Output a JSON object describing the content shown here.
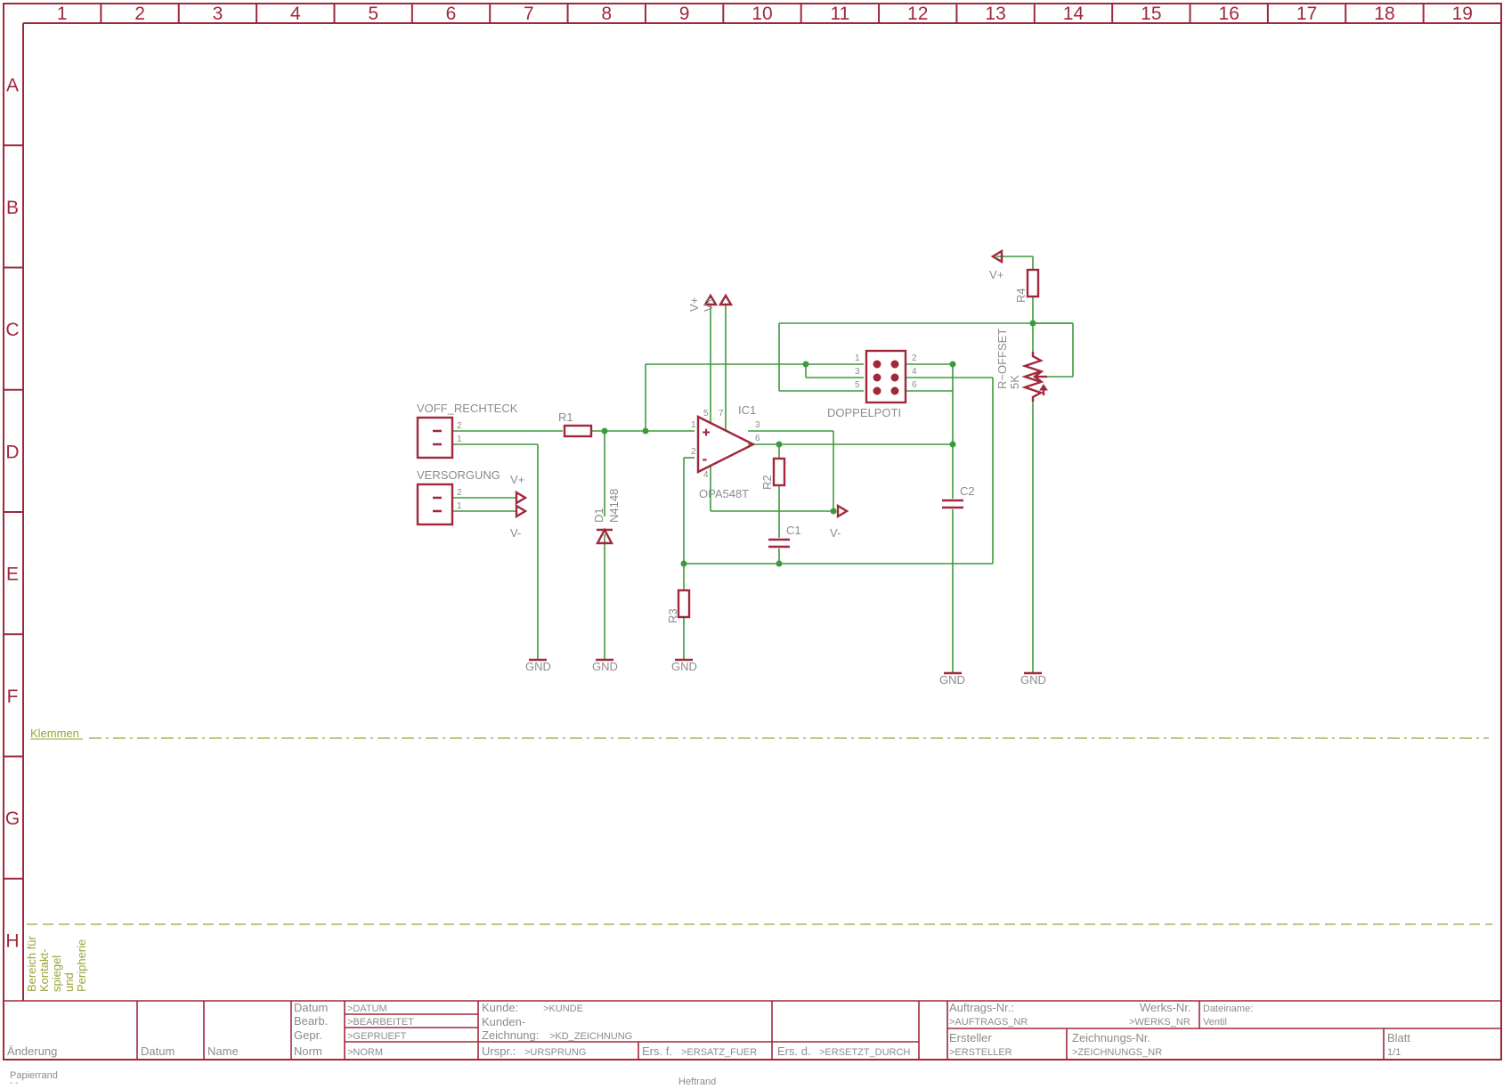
{
  "frame": {
    "columns": [
      "1",
      "2",
      "3",
      "4",
      "5",
      "6",
      "7",
      "8",
      "9",
      "10",
      "11",
      "12",
      "13",
      "14",
      "15",
      "16",
      "17",
      "18",
      "19"
    ],
    "rows": [
      "A",
      "B",
      "C",
      "D",
      "E",
      "F",
      "G",
      "H"
    ],
    "klemmen": "Klemmen",
    "side_note": [
      "Bereich für",
      "Kontakt-",
      "spiegel",
      "und",
      "Peripherie"
    ],
    "papierrand": "Papierrand",
    "heftrand": "Heftrand"
  },
  "schematic": {
    "connector_voff": {
      "name": "VOFF_RECHTECK",
      "pin2": "2",
      "pin1": "1"
    },
    "connector_vers": {
      "name": "VERSORGUNG",
      "pin2": "2",
      "pin1": "1",
      "vplus": "V+",
      "vminus": "V-"
    },
    "r1": "R1",
    "d1": {
      "name": "D1",
      "value": "N4148"
    },
    "ic1": {
      "name": "IC1",
      "value": "OPA548T",
      "pins": [
        "1",
        "2",
        "3",
        "4",
        "5",
        "6",
        "7"
      ],
      "plus": "+",
      "minus": "-"
    },
    "supply_labels": {
      "vplus_top": "V+",
      "vplus_top2": "V+",
      "vminus_ic": "V-",
      "vplus_r4": "V+"
    },
    "r2": "R2",
    "r3": "R3",
    "r4": "R4",
    "c1": "C1",
    "c2": "C2",
    "doppelpoti": {
      "name": "DOPPELPOTI",
      "pins": [
        "1",
        "2",
        "3",
        "4",
        "5",
        "6"
      ]
    },
    "poti": {
      "name": "R~OFFSET",
      "value": "5K"
    },
    "gnd": "GND"
  },
  "title_block": {
    "aenderung": "Änderung",
    "datum_col": "Datum",
    "name_col": "Name",
    "rows": [
      {
        "label": "Datum",
        "value": ">DATUM"
      },
      {
        "label": "Bearb.",
        "value": ">BEARBEITET"
      },
      {
        "label": "Gepr.",
        "value": ">GEPRUEFT"
      },
      {
        "label": "Norm",
        "value": ">NORM"
      }
    ],
    "kunde_label": "Kunde:",
    "kunde_value": ">KUNDE",
    "kunden_label": "Kunden-",
    "zeichnung_label": "Zeichnung:",
    "zeichnung_value": ">KD_ZEICHNUNG",
    "urspr_label": "Urspr.:",
    "urspr_value": ">URSPRUNG",
    "ersf_label": "Ers. f.",
    "ersf_value": ">ERSATZ_FUER",
    "ersd_label": "Ers. d.",
    "ersd_value": ">ERSETZT_DURCH",
    "auftrags_label": "Auftrags-Nr.:",
    "auftrags_value": ">AUFTRAGS_NR",
    "werks_label": "Werks-Nr.",
    "werks_value": ">WERKS_NR",
    "dateiname_label": "Dateiname:",
    "dateiname_value": "Ventil",
    "ersteller_label": "Ersteller",
    "ersteller_value": ">ERSTELLER",
    "zeichnungsnr_label": "Zeichnungs-Nr.",
    "zeichnungsnr_value": ">ZEICHNUNGS_NR",
    "blatt_label": "Blatt",
    "blatt_value": "1/1"
  }
}
